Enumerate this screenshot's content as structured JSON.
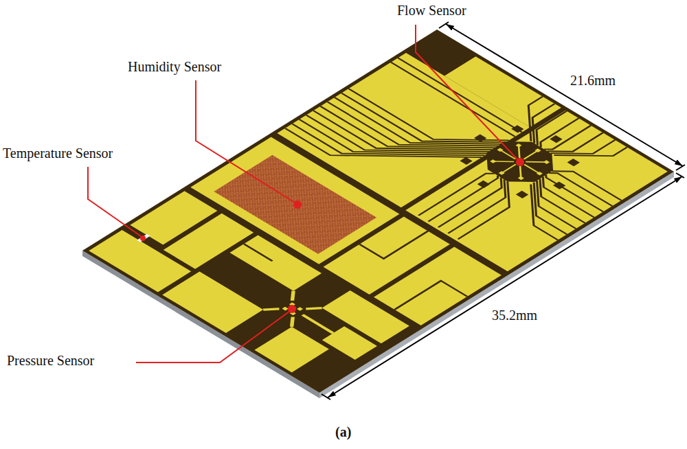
{
  "diagram": {
    "labels": [
      "Flow Sensor",
      "21.6mm",
      "Humidity Sensor",
      "Temperature Sensor",
      "35.2mm",
      "Pressure Sensor",
      "(a)"
    ]
  }
}
